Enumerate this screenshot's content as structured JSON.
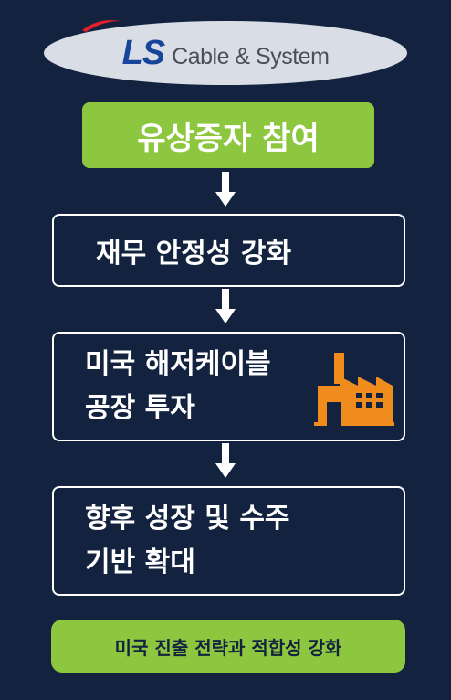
{
  "logo": {
    "brand": "LS",
    "tagline": "Cable & System"
  },
  "steps": {
    "top": "유상증자 참여",
    "step1": "재무 안정성 강화",
    "step2": "미국 해저케이블\n공장 투자",
    "step3": "향후 성장 및 수주\n기반 확대"
  },
  "footer": "미국 진출 전략과 적합성 강화",
  "icons": {
    "arrow": "down-arrow-icon",
    "factory": "factory-icon"
  },
  "colors": {
    "background": "#13233f",
    "accent_green": "#8dc63f",
    "factory_orange": "#f08c1e",
    "logo_blue": "#17459a",
    "logo_red": "#e5202d"
  }
}
